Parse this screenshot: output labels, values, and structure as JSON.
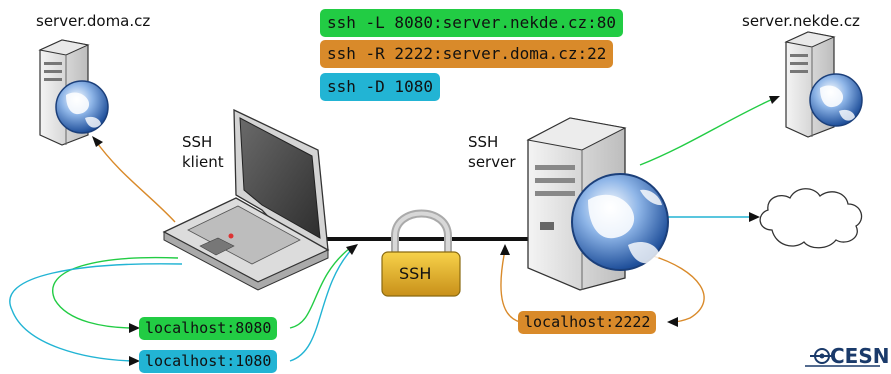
{
  "labels": {
    "server_doma": "server.doma.cz",
    "server_nekde": "server.nekde.cz",
    "ssh_client_line1": "SSH",
    "ssh_client_line2": "klient",
    "ssh_server_line1": "SSH",
    "ssh_server_line2": "server",
    "lock": "SSH"
  },
  "commands": {
    "local": "ssh -L 8080:server.nekde.cz:80",
    "remote": "ssh -R 2222:server.doma.cz:22",
    "dynamic": "ssh -D 1080"
  },
  "ports": {
    "local_8080": "localhost:8080",
    "local_1080": "localhost:1080",
    "local_2222": "localhost:2222"
  },
  "colors": {
    "green": "#22cc44",
    "orange": "#d98a2a",
    "cyan": "#22b4d4"
  },
  "logo": {
    "text": "CESNET"
  }
}
